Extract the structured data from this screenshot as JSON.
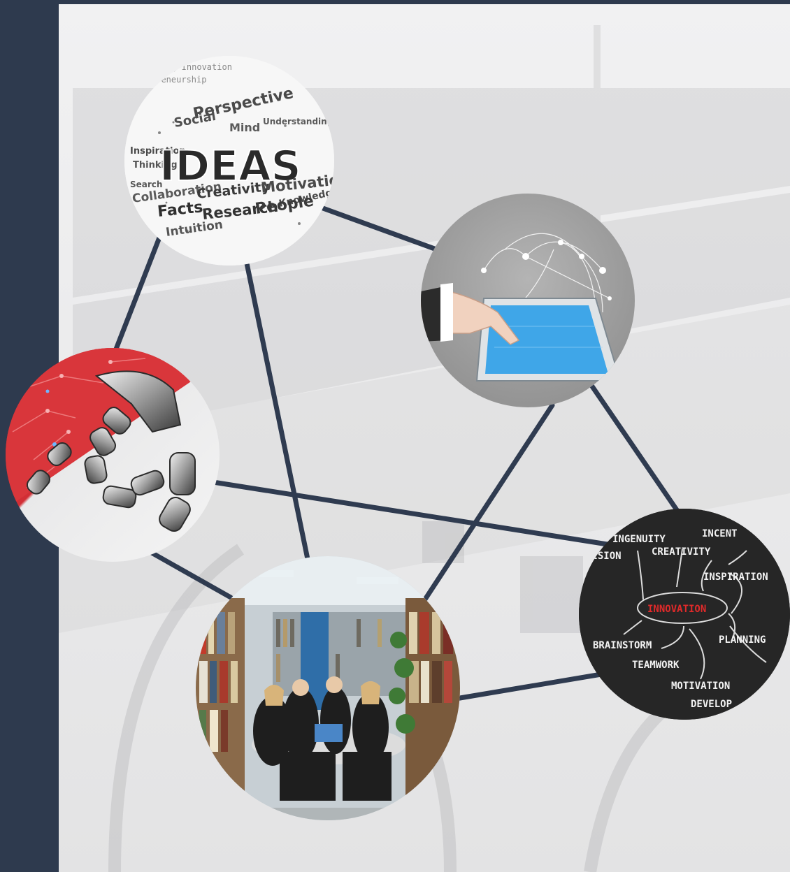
{
  "slide": {
    "background_color": "#2e3a4e",
    "line_color": "#2f3b50",
    "accent_red": "#e02a2a"
  },
  "ideas_image": {
    "header_lines": [
      "ng Innovation",
      "preneurship"
    ],
    "main_word": "IDEAS",
    "cloud_words": [
      "Perspective",
      "Social",
      "Mind",
      "Understanding",
      "Inspiration",
      "Thinking",
      "Search",
      "Collaboration",
      "Creativity",
      "Motivation",
      "Knowledge",
      "Facts",
      "Research",
      "People",
      "Intuition"
    ]
  },
  "innovation_image": {
    "center": "INNOVATION",
    "words": [
      "INGENUITY",
      "INCENT",
      "VISION",
      "CREATIVITY",
      "INSPIRATION",
      "BRAINSTORM",
      "PLANNING",
      "TEAMWORK",
      "MOTIVATION",
      "DEVELOP"
    ]
  }
}
